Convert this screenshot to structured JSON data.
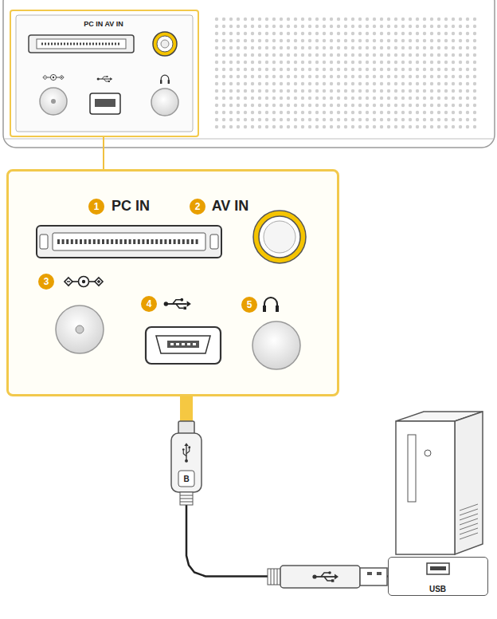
{
  "diagram": {
    "nodes": [
      {
        "text": [
          "PC IN AV IN"
        ]
      },
      {
        "text": [
          "1",
          "PC IN",
          "2",
          "AV IN",
          "3",
          "4",
          "5"
        ]
      },
      {
        "text": [
          "USB"
        ]
      }
    ],
    "edges": [
      {
        "from": 0,
        "to": 1,
        "arrow": "none"
      },
      {
        "from": 1,
        "to": 2,
        "arrow": "none"
      }
    ],
    "labels": [
      "B"
    ]
  }
}
